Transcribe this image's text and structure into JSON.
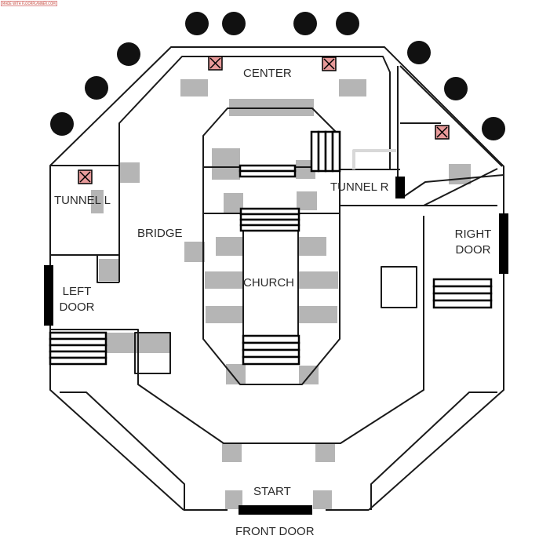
{
  "map": {
    "credit": "MADE WITH FLOORPLANNER.COM",
    "labels": {
      "center": "CENTER",
      "tunnel_l": "TUNNEL L",
      "tunnel_r": "TUNNEL R",
      "bridge": "BRIDGE",
      "right_door_1": "RIGHT",
      "right_door_2": "DOOR",
      "left_door_1": "LEFT",
      "left_door_2": "DOOR",
      "church": "CHURCH",
      "start": "START",
      "front_door": "FRONT DOOR"
    },
    "colors": {
      "wall": "#1a1a1a",
      "cover": "#b5b5b5",
      "spawn_marker": "#e89a9a",
      "tree": "#111111",
      "door": "#000000"
    },
    "icons": {
      "tree": "tree-icon",
      "spawn": "spawn-marker-icon",
      "stairs": "stairs-icon",
      "door": "door-icon"
    }
  }
}
